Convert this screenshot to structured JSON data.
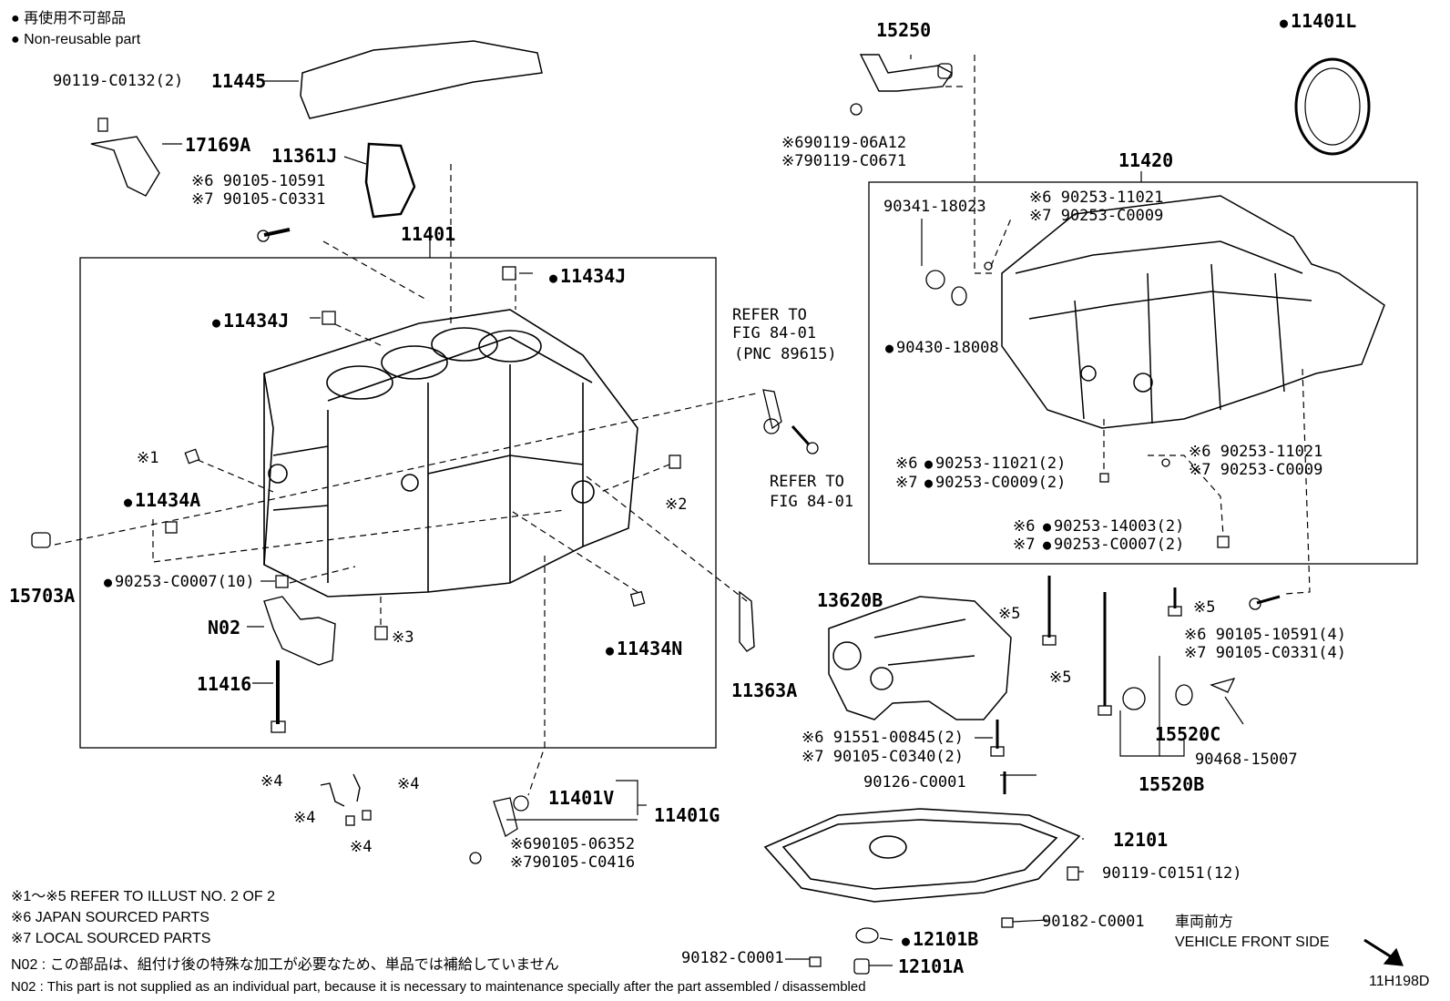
{
  "legend": {
    "jp": "再使用不可部品",
    "en": "Non-reusable part"
  },
  "labels": {
    "l11445": "11445",
    "l90119c0132": "90119-C0132(2)",
    "l17169a": "17169A",
    "l11361j": "11361J",
    "l6_90105_10591": "※6 90105-10591",
    "l7_90105_c0331": "※7 90105-C0331",
    "l11401": "11401",
    "l11434j_top": "11434J",
    "l11434j_left": "11434J",
    "l15250": "15250",
    "l6_90119_06a12": "※690119-06A12",
    "l7_90119_c0671": "※790119-C0671",
    "l11401l": "11401L",
    "l11420": "11420",
    "l90341": "90341-18023",
    "l6_90253_11021_a": "※6 90253-11021",
    "l7_90253_c0009_a": "※7 90253-C0009",
    "l90430": "90430-18008",
    "refer1_a": "REFER TO",
    "refer1_b": "FIG 84-01",
    "refer1_c": "(PNC 89615)",
    "refer2_a": "REFER TO",
    "refer2_b": "FIG 84-01",
    "s1": "※1",
    "s2": "※2",
    "s3": "※3",
    "l11434a": "11434A",
    "l15703a": "15703A",
    "l90253c0007_10": "90253-C0007(10)",
    "n02": "N02",
    "l11416": "11416",
    "l11434n": "11434N",
    "l11363a": "11363A",
    "l6_90253_11021_2": "※6",
    "l6_90253_11021_2b": "90253-11021(2)",
    "l7_90253_c0009_2": "※7",
    "l7_90253_c0009_2b": "90253-C0009(2)",
    "l6_90253_11021_b": "※6 90253-11021",
    "l7_90253_c0009_b": "※7 90253-C0009",
    "l6_14003": "※6",
    "l6_14003b": "90253-14003(2)",
    "l7_c0007": "※7",
    "l7_c0007b": "90253-C0007(2)",
    "l13620b": "13620B",
    "s5_a": "※5",
    "s5_b": "※5",
    "s5_c": "※5",
    "l6_10591_4": "※6 90105-10591(4)",
    "l7_c0331_4": "※7 90105-C0331(4)",
    "l6_91551": "※6 91551-00845(2)",
    "l7_c0340": "※7 90105-C0340(2)",
    "l15520c": "15520C",
    "l90468": "90468-15007",
    "l15520b": "15520B",
    "l90126": "90126-C0001",
    "l11401v": "11401V",
    "l11401g": "11401G",
    "l6_06352": "※690105-06352",
    "l7_c0416": "※790105-C0416",
    "s4_a": "※4",
    "s4_b": "※4",
    "s4_c": "※4",
    "s4_d": "※4",
    "l12101": "12101",
    "l90119c0151": "90119-C0151(12)",
    "l90182_r": "90182-C0001",
    "l90182_l": "90182-C0001",
    "l12101b": "12101B",
    "l12101a": "12101A",
    "front_jp": "車両前方",
    "front_en": "VEHICLE FRONT SIDE",
    "code": "11H198D"
  },
  "notes": {
    "n1": "※1～※5  REFER TO ILLUST NO. 2 OF 2",
    "n2": "※6  JAPAN SOURCED PARTS",
    "n3": "※7  LOCAL SOURCED PARTS",
    "n4": "N02 : この部品は、組付け後の特殊な加工が必要なため、単品では補給していません",
    "n5": "N02 : This part is not supplied as an individual part, because it is necessary to maintenance specially after the part assembled / disassembled"
  }
}
